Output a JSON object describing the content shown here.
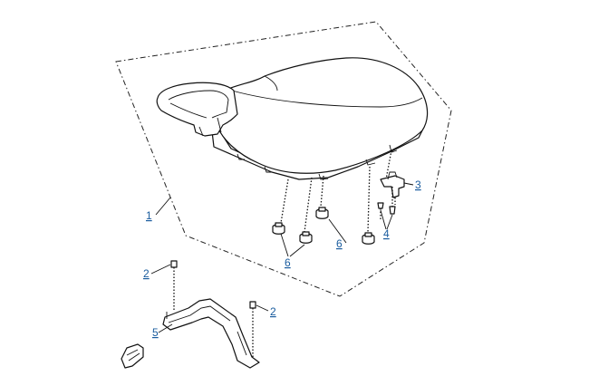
{
  "callouts": {
    "seat_assembly": "1",
    "screw_upper": "2",
    "screw_lower": "2",
    "seat_latch": "3",
    "latch_fasteners": "4",
    "mounting_bracket": "5",
    "rubber_pads_right": "6",
    "rubber_pads_left": "6"
  },
  "colors": {
    "callout_text": "#1a5c9e",
    "line_art": "#111111",
    "background": "#ffffff"
  }
}
